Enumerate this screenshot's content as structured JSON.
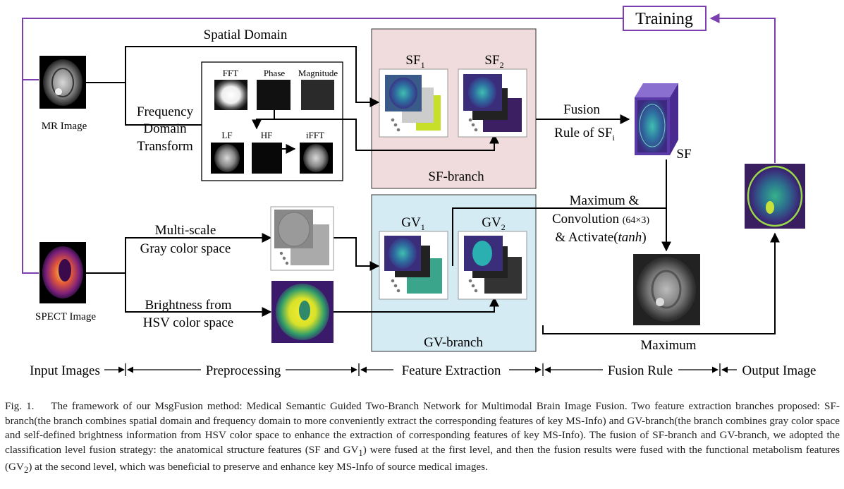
{
  "diagram": {
    "training": "Training",
    "spatial_domain": "Spatial Domain",
    "freq_l1": "Frequency",
    "freq_l2": "Domain",
    "freq_l3": "Transform",
    "fft": "FFT",
    "phase": "Phase",
    "magnitude": "Magnitude",
    "lf": "LF",
    "hf": "HF",
    "ifft": "iFFT",
    "mr_image": "MR Image",
    "spect_image": "SPECT Image",
    "sf1_base": "SF",
    "sf1_sub": "1",
    "sf2_base": "SF",
    "sf2_sub": "2",
    "sf_branch": "SF-branch",
    "gv1_base": "GV",
    "gv1_sub": "1",
    "gv2_base": "GV",
    "gv2_sub": "2",
    "gv_branch": "GV-branch",
    "fusion_l1": "Fusion",
    "fusion_l2": "Rule of SF",
    "fusion_sub": "i",
    "sf_label": "SF",
    "max_l1": "Maximum &",
    "max_l2": "Convolution",
    "max_l2b": "(64×3)",
    "max_l3": "& Activate(",
    "max_l3i": "tanh",
    "max_l3e": ")",
    "maximum": "Maximum",
    "multiscale_l1": "Multi-scale",
    "multiscale_l2": "Gray color space",
    "bright_l1": "Brightness from",
    "bright_l2": "HSV color space",
    "stage_input": "Input Images",
    "stage_pre": "Preprocessing",
    "stage_feat": "Feature Extraction",
    "stage_fusion": "Fusion Rule",
    "stage_output": "Output Image"
  },
  "caption": {
    "label": "Fig. 1.",
    "p1": "The framework of our MsgFusion method: Medical Semantic Guided Two-Branch Network for Multimodal Brain Image Fusion. Two feature extraction branches proposed: SF-branch(the branch combines spatial domain and frequency domain to more conveniently extract the corresponding features of key MS-Info) and GV-branch(the branch combines gray color space and self-defined brightness information from HSV color space to enhance the extraction of corresponding features of key MS-Info). The fusion of SF-branch and GV-branch, we adopted the classification level fusion strategy: the anatomical structure features (SF and GV",
    "p1_sub": "1",
    "p2": ") were fused at the first level, and then the fusion results were fused with the functional metabolism features (GV",
    "p2_sub": "2",
    "p3": ") at the second level, which was beneficial to preserve and enhance key MS-Info of source medical images."
  },
  "colors": {
    "purple": "#7b3fb0",
    "sf_panel": "#f0dcdc",
    "gv_panel": "#d5ebf3"
  }
}
